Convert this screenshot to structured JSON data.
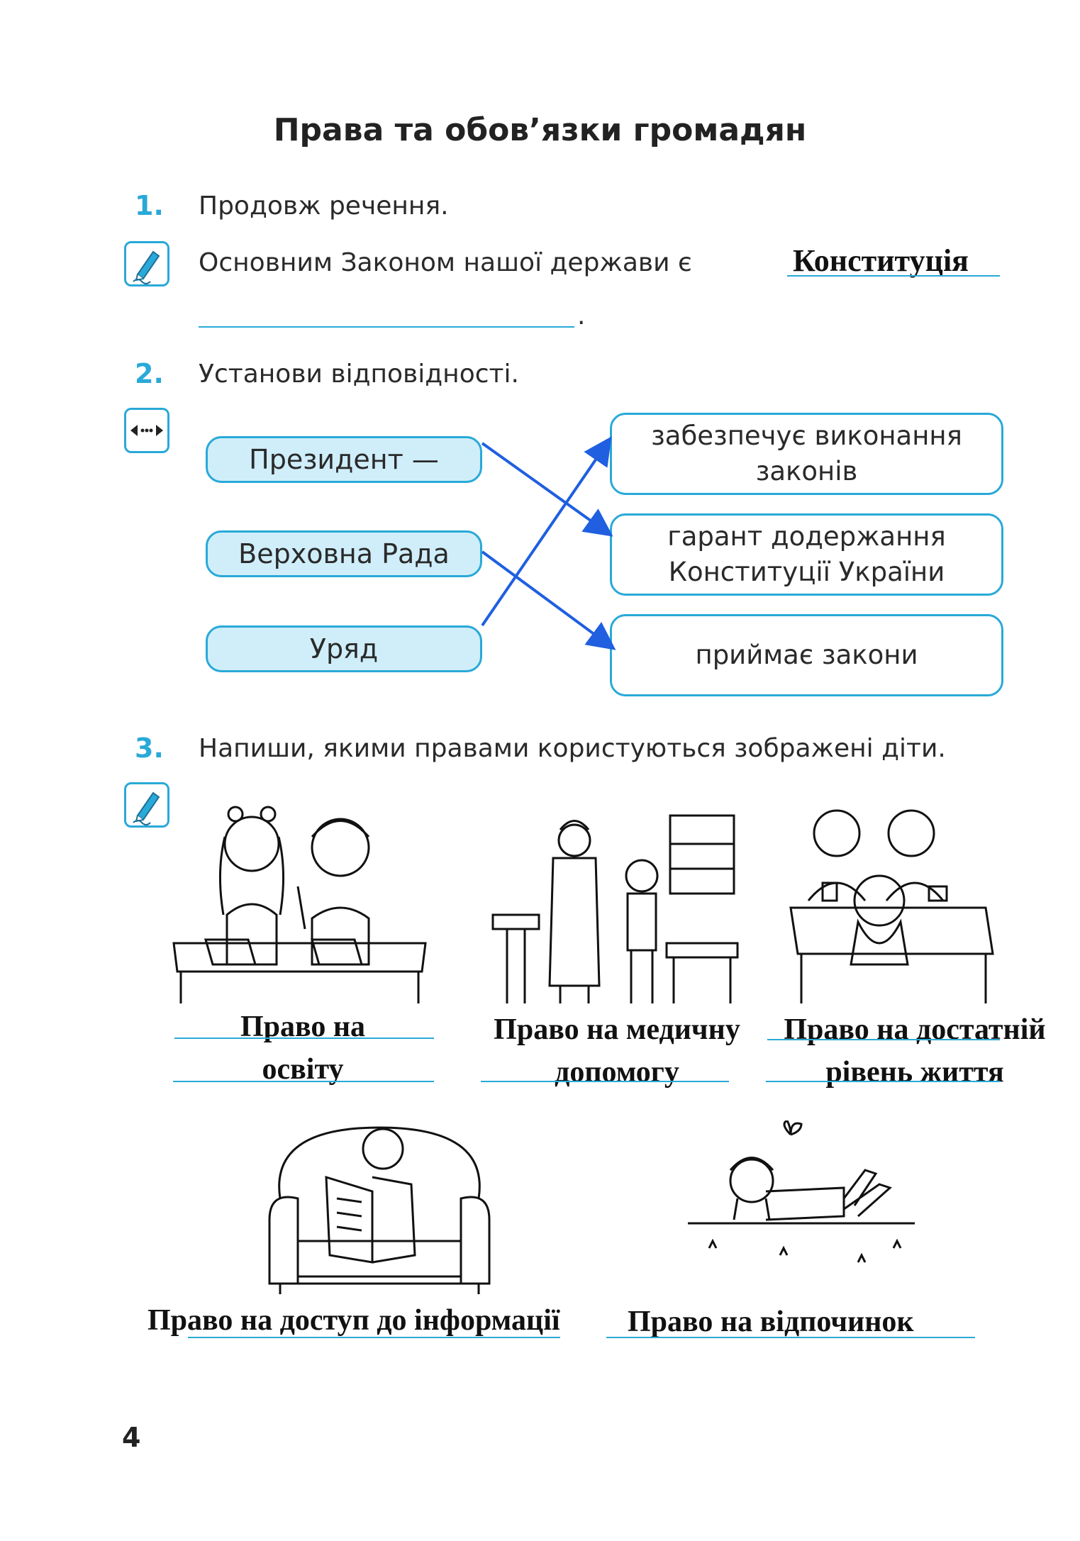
{
  "title": "Права та обов’язки громадян",
  "task1": {
    "number": "1.",
    "instruction": "Продовж речення.",
    "sentence": "Основним Законом нашої держави є",
    "answer": "Конституція",
    "end": "."
  },
  "task2": {
    "number": "2.",
    "instruction": "Установи відповідності.",
    "left": [
      "Президент —",
      "Верховна Рада",
      "Уряд"
    ],
    "right": [
      {
        "line1": "забезпечує виконання",
        "line2": "законів"
      },
      {
        "line1": "гарант додержання",
        "line2": "Конституції України"
      },
      {
        "line1": "приймає закони",
        "line2": ""
      }
    ],
    "arrow_color": "#1f5fe0"
  },
  "task3": {
    "number": "3.",
    "instruction": "Напиши, якими правами користуються зображені діти.",
    "answers": [
      {
        "line1": "Право на",
        "line2": "освіту"
      },
      {
        "line1": "Право на медичну",
        "line2": "допомогу"
      },
      {
        "line1": "Право на достатній",
        "line2": "рівень життя"
      },
      {
        "line1": "Право на доступ до інформації",
        "line2": ""
      },
      {
        "line1": "Право на відпочинок",
        "line2": ""
      }
    ]
  },
  "page_number": "4",
  "icons": [
    "pencil-icon",
    "arrows-icon",
    "pencil-icon"
  ],
  "colors": {
    "accent": "#29a9d8",
    "box_fill": "#cfeefa",
    "arrow": "#1f5fe0"
  }
}
